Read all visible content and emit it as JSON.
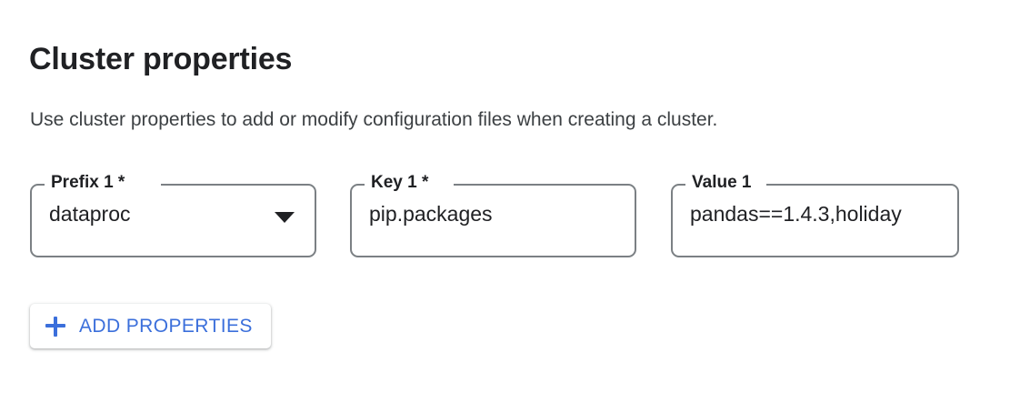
{
  "section": {
    "title": "Cluster properties",
    "description": "Use cluster properties to add or modify configuration files when creating a cluster."
  },
  "fields": [
    {
      "name": "prefix",
      "label": "Prefix 1 *",
      "value": "dataproc",
      "control": "select",
      "icon": "chevron-down-icon",
      "required": true
    },
    {
      "name": "key",
      "label": "Key 1 *",
      "value": "pip.packages",
      "control": "text",
      "required": true
    },
    {
      "name": "value",
      "label": "Value 1",
      "value": "pandas==1.4.3,holiday",
      "control": "text",
      "required": false
    }
  ],
  "actions": {
    "add_properties": {
      "label": "ADD PROPERTIES",
      "icon": "plus-icon"
    }
  },
  "colors": {
    "accent": "#3b6fdb",
    "text": "#202124",
    "muted_text": "#3c4043",
    "field_outline": "#7b8084",
    "background": "#ffffff"
  }
}
